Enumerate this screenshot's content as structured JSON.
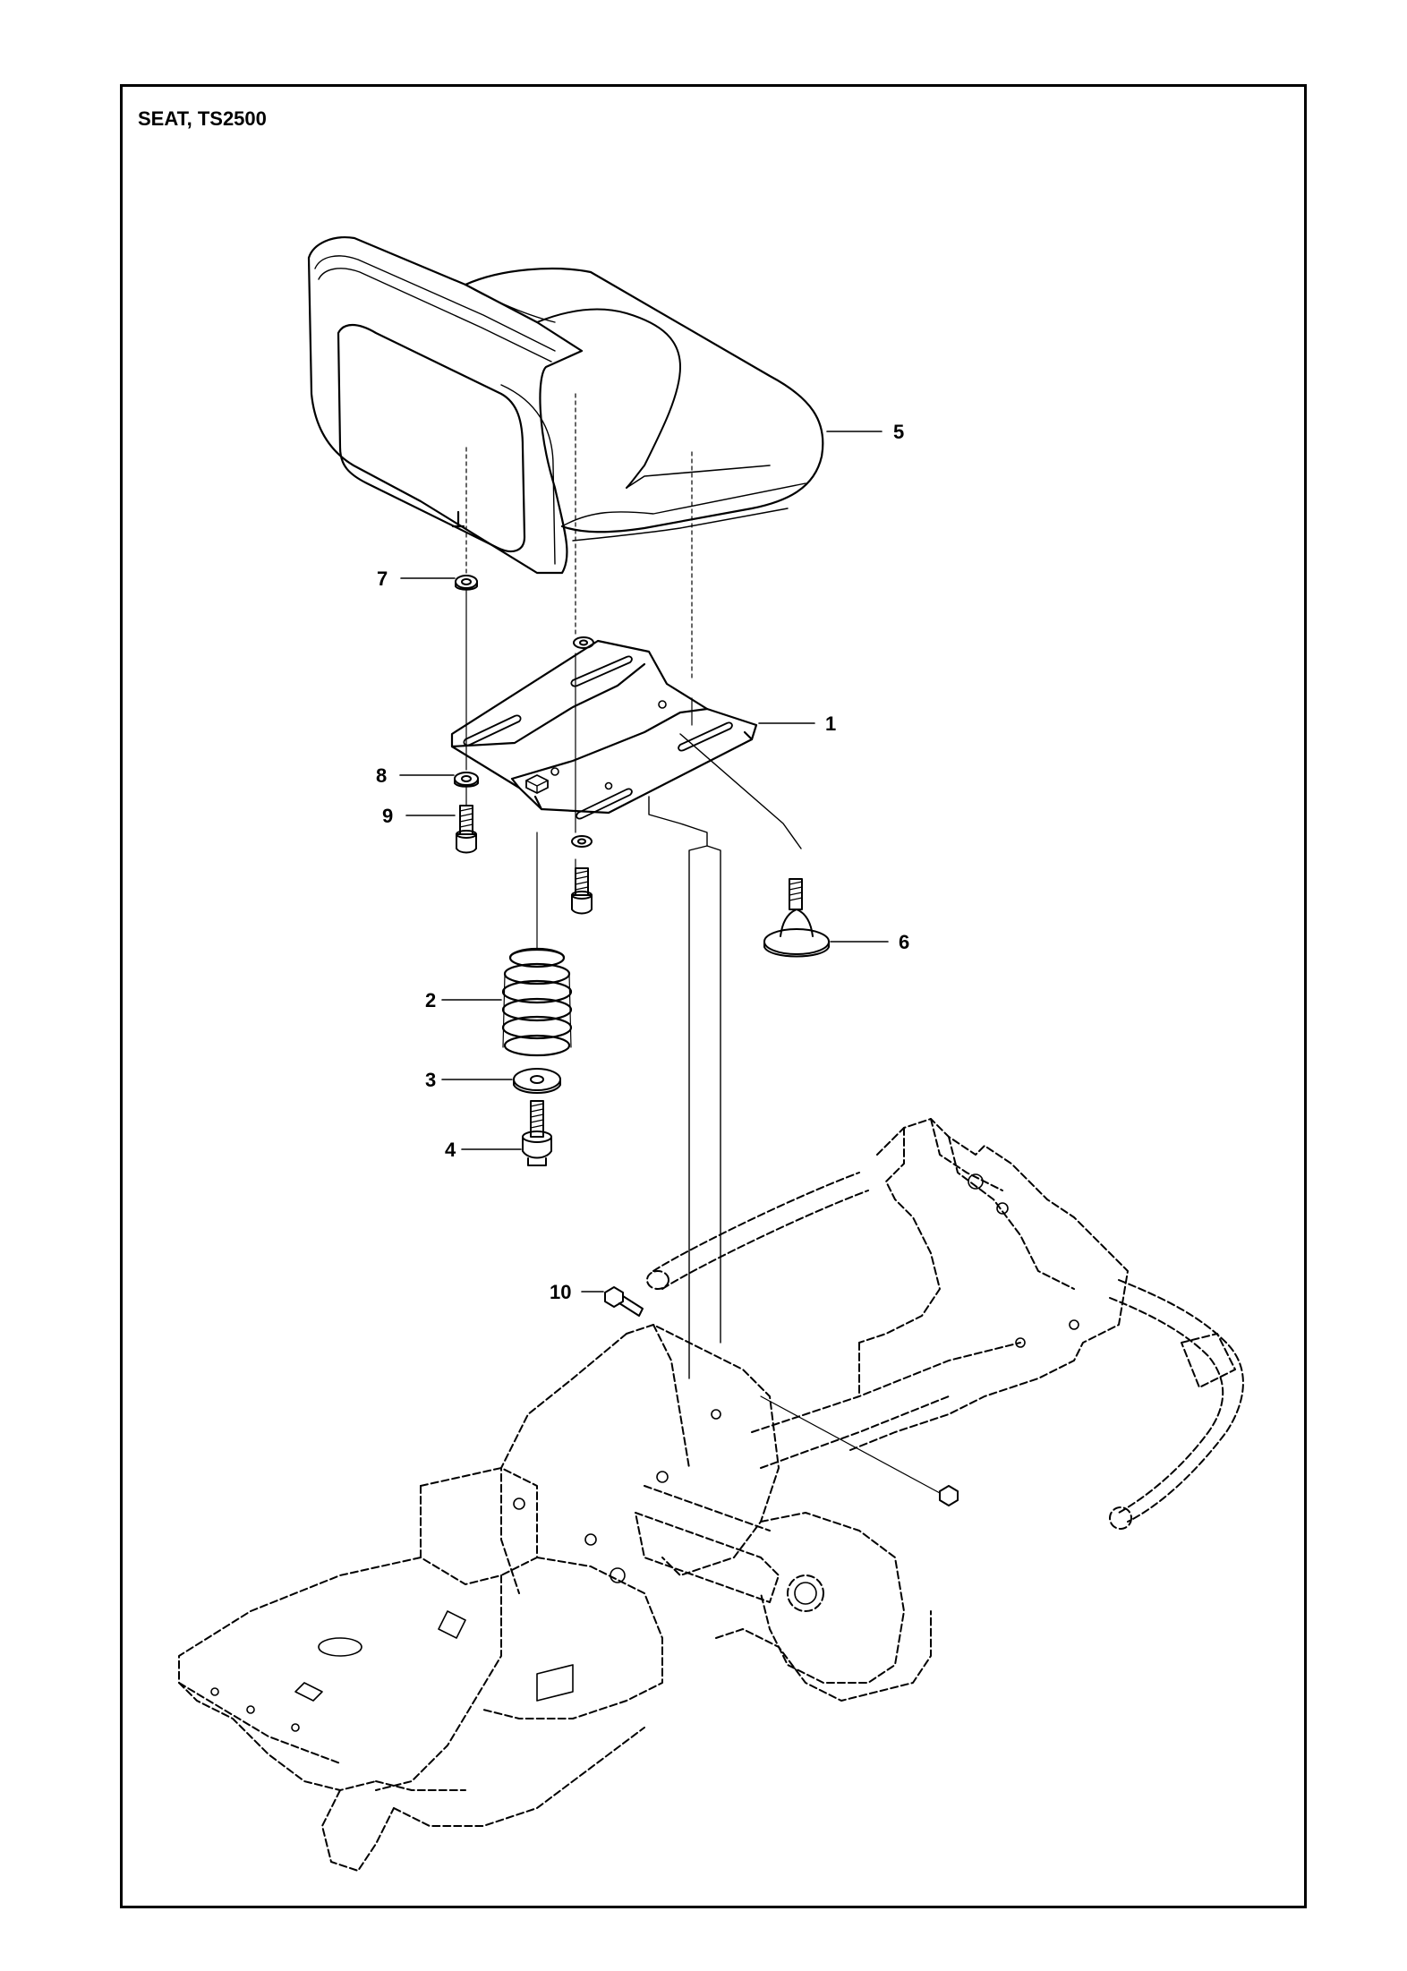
{
  "diagram": {
    "title": "SEAT, TS2500",
    "callouts": [
      {
        "id": "1",
        "label": "1"
      },
      {
        "id": "2",
        "label": "2"
      },
      {
        "id": "3",
        "label": "3"
      },
      {
        "id": "4",
        "label": "4"
      },
      {
        "id": "5",
        "label": "5"
      },
      {
        "id": "6",
        "label": "6"
      },
      {
        "id": "7",
        "label": "7"
      },
      {
        "id": "8",
        "label": "8"
      },
      {
        "id": "9",
        "label": "9"
      },
      {
        "id": "10",
        "label": "10"
      }
    ]
  }
}
